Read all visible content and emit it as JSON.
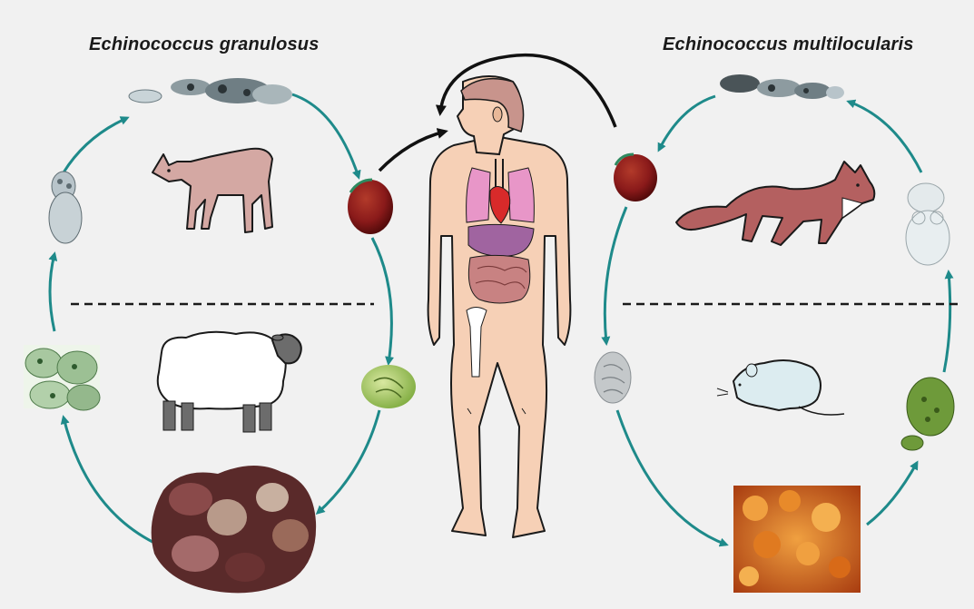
{
  "titles": {
    "left": "Echinococcus granulosus",
    "right": "Echinococcus multilocularis"
  },
  "colors": {
    "background": "#f1f1f1",
    "cycle_arrow": "#1e8a8a",
    "dog": "#d4a8a3",
    "fox": "#b46060",
    "sheep": "#ffffff",
    "rodent": "#dcecf0",
    "human_skin": "#f6d0b6",
    "egg": "#8a1a1a",
    "cyst_orange": "#d8641c",
    "cyst_grey": "#c8c8c8",
    "divider": "#1a1a1a"
  },
  "cycles": {
    "left": {
      "definitive_host": "dog-icon",
      "intermediate_host": "sheep-icon",
      "stages": [
        "adult-worm",
        "egg",
        "oncosphere",
        "hydatid-cyst",
        "protoscolices",
        "scolex"
      ]
    },
    "right": {
      "definitive_host": "fox-icon",
      "intermediate_host": "rodent-icon",
      "stages": [
        "adult-worm",
        "egg",
        "oncosphere",
        "alveolar-cyst",
        "protoscolex",
        "scolex"
      ]
    },
    "accidental_host": "human-icon"
  }
}
